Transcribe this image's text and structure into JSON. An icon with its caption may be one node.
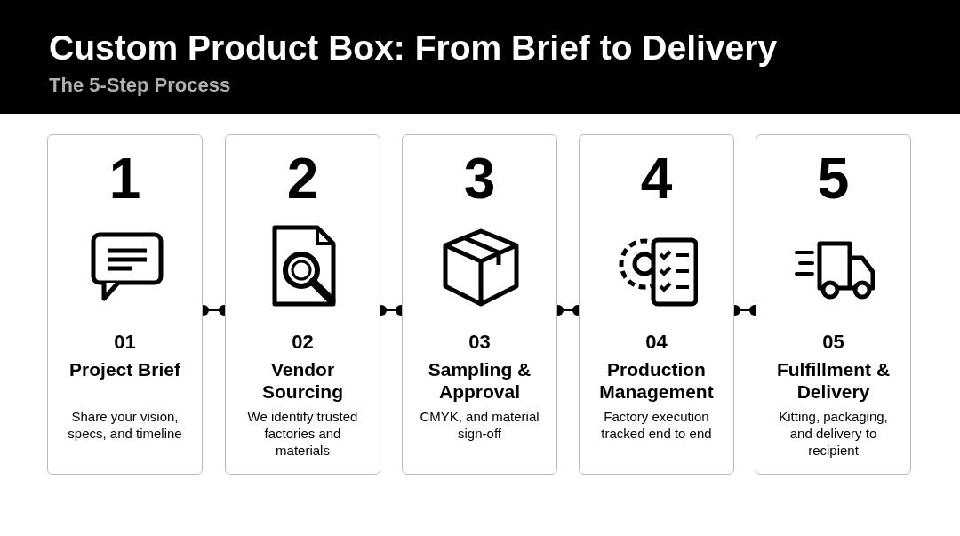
{
  "diagram": {
    "title": "Custom Product Box: From Brief to Delivery",
    "caption": "The 5-Step Process",
    "nodes": [
      {
        "text": [
          "1",
          "01",
          "Project Brief",
          "Share your vision, specs, and timeline"
        ]
      },
      {
        "text": [
          "2",
          "02",
          "Vendor Sourcing",
          "We identify trusted factories and materials"
        ]
      },
      {
        "text": [
          "3",
          "03",
          "Sampling & Approval",
          "CMYK, and material sign-off"
        ]
      },
      {
        "text": [
          "4",
          "04",
          "Production Management",
          "Factory execution tracked end to end"
        ]
      },
      {
        "text": [
          "5",
          "05",
          "Fulfillment & Delivery",
          "Kitting, packaging, and delivery to recipient"
        ]
      }
    ],
    "edges": [
      {
        "from": 0,
        "to": 1,
        "arrow": "other"
      },
      {
        "from": 1,
        "to": 2,
        "arrow": "other"
      },
      {
        "from": 2,
        "to": 3,
        "arrow": "other"
      },
      {
        "from": 3,
        "to": 4,
        "arrow": "other"
      }
    ]
  }
}
